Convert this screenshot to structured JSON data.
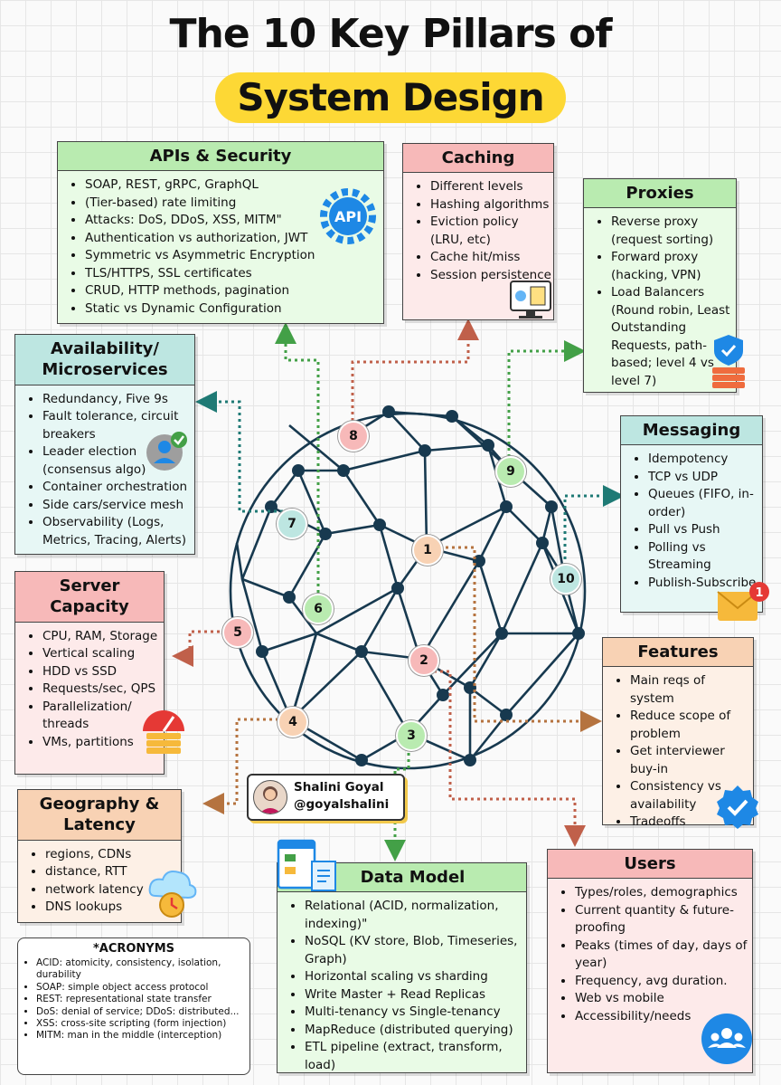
{
  "title": {
    "line1": "The 10 Key Pillars of",
    "line2": "System Design"
  },
  "sections": {
    "apis": {
      "title": "APIs & Security",
      "items": [
        "SOAP, REST, gRPC, GraphQL",
        "(Tier-based) rate limiting",
        "Attacks: DoS, DDoS, XSS, MITM\"",
        "Authentication vs authorization, JWT",
        "Symmetric vs Asymmetric Encryption",
        "TLS/HTTPS, SSL certificates",
        "CRUD, HTTP methods, pagination",
        "Static vs Dynamic Configuration"
      ]
    },
    "caching": {
      "title": "Caching",
      "items": [
        "Different levels",
        "Hashing algorithms",
        "Eviction policy (LRU, etc)",
        "Cache hit/miss",
        "Session persistence"
      ]
    },
    "proxies": {
      "title": "Proxies",
      "items": [
        "Reverse proxy (request sorting)",
        "Forward proxy (hacking, VPN)",
        "Load Balancers (Round robin, Least Outstanding Requests, path-based; level 4 vs level 7)"
      ]
    },
    "availability": {
      "title": "Availability/ Microservices",
      "items": [
        "Redundancy, Five 9s",
        "Fault tolerance, circuit breakers",
        "Leader election (consensus algo)",
        "Container orchestration",
        "Side cars/service mesh",
        "Observability (Logs, Metrics, Tracing, Alerts)"
      ]
    },
    "messaging": {
      "title": "Messaging",
      "items": [
        "Idempotency",
        "TCP vs UDP",
        "Queues (FIFO, in-order)",
        "Pull vs Push",
        "Polling vs Streaming",
        "Publish-Subscribe"
      ]
    },
    "server": {
      "title": "Server Capacity",
      "items": [
        "CPU, RAM, Storage",
        "Vertical scaling",
        "HDD vs SSD",
        "Requests/sec, QPS",
        "Parallelization/ threads",
        "VMs, partitions"
      ]
    },
    "features": {
      "title": "Features",
      "items": [
        "Main reqs of system",
        "Reduce scope of problem",
        "Get interviewer buy-in",
        "Consistency vs availability",
        "Tradeoffs"
      ]
    },
    "geography": {
      "title": "Geography & Latency",
      "items": [
        "regions, CDNs",
        "distance, RTT",
        "network latency",
        "DNS lookups"
      ]
    },
    "datamodel": {
      "title": "Data Model",
      "items": [
        "Relational (ACID, normalization, indexing)\"",
        "NoSQL (KV store, Blob, Timeseries, Graph)",
        "Horizontal scaling vs sharding",
        "Write Master + Read Replicas",
        "Multi-tenancy vs Single-tenancy",
        "MapReduce (distributed querying)",
        "ETL pipeline (extract, transform, load)"
      ]
    },
    "users": {
      "title": "Users",
      "items": [
        "Types/roles, demographics",
        "Current quantity & future-proofing",
        "Peaks (times of day, days of year)",
        "Frequency, avg duration.",
        "Web vs mobile",
        "Accessibility/needs"
      ]
    }
  },
  "acronyms": {
    "title": "*ACRONYMS",
    "items": [
      "ACID: atomicity, consistency, isolation, durability",
      "SOAP: simple object access protocol",
      "REST: representational state transfer",
      "DoS: denial of service; DDoS: distributed...",
      "XSS: cross-site scripting (form injection)",
      "MITM: man in the middle (interception)"
    ]
  },
  "nodes": [
    "1",
    "2",
    "3",
    "4",
    "5",
    "6",
    "7",
    "8",
    "9",
    "10"
  ],
  "author": {
    "name": "Shalini Goyal",
    "handle": "@goyalshalini"
  },
  "icons": {
    "api_label": "API",
    "notification_count": "1"
  },
  "colors": {
    "green": "#b9ebb0",
    "pink": "#f7b9b9",
    "teal": "#bde6e1",
    "peach": "#f8d2b4",
    "highlight": "#fdd835",
    "network": "#17394f"
  }
}
